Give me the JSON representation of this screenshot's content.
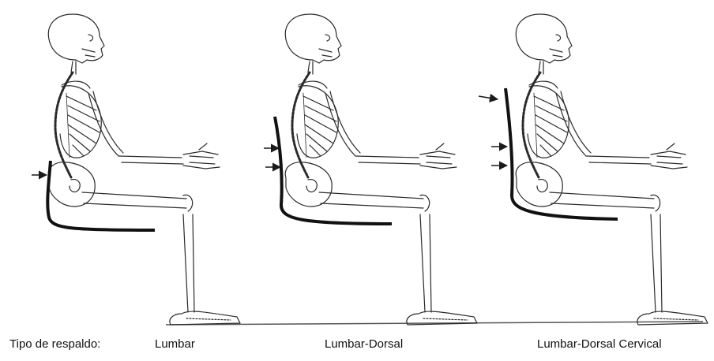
{
  "figure": {
    "background": "#ffffff",
    "ink": "#1a1a1a",
    "icon": "seated-skeleton-illustration"
  },
  "caption": {
    "prefix": "Tipo de respaldo:",
    "types": [
      {
        "label": "Lumbar",
        "arrows": 1
      },
      {
        "label": "Lumbar-Dorsal",
        "arrows": 2
      },
      {
        "label": "Lumbar-Dorsal Cervical",
        "arrows": 3
      }
    ]
  }
}
